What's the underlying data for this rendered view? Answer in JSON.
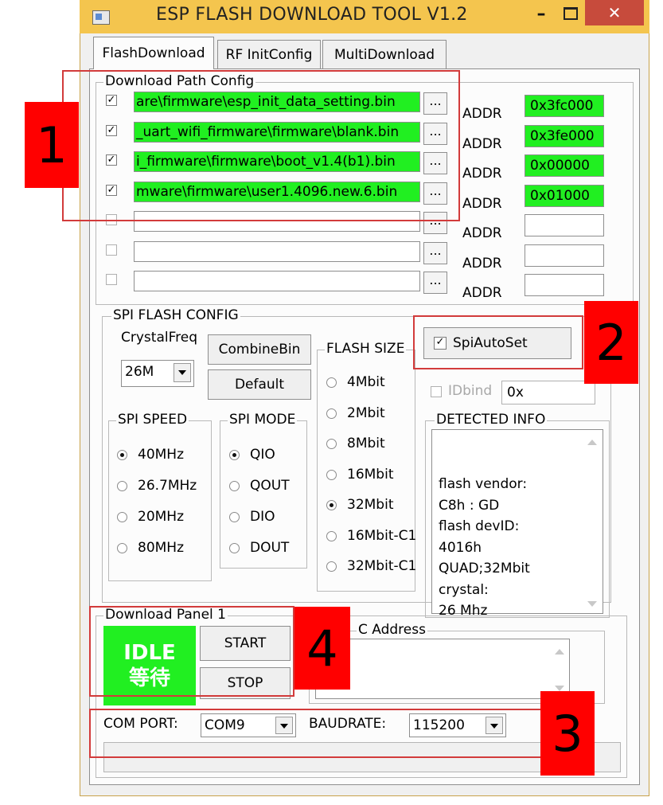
{
  "window": {
    "title": "ESP FLASH DOWNLOAD TOOL V1.2",
    "min_glyph": "–",
    "close_glyph": "✕"
  },
  "tabs": [
    "FlashDownload",
    "RF InitConfig",
    "MultiDownload"
  ],
  "download_path": {
    "label": "Download Path Config",
    "addr_label": "ADDR",
    "browse_label": "...",
    "rows": [
      {
        "checked": true,
        "path": "are\\firmware\\esp_init_data_setting.bin",
        "addr": "0x3fc000"
      },
      {
        "checked": true,
        "path": "_uart_wifi_firmware\\firmware\\blank.bin",
        "addr": "0x3fe000"
      },
      {
        "checked": true,
        "path": "i_firmware\\firmware\\boot_v1.4(b1).bin",
        "addr": "0x00000"
      },
      {
        "checked": true,
        "path": "mware\\firmware\\user1.4096.new.6.bin",
        "addr": "0x01000"
      },
      {
        "checked": false,
        "path": "",
        "addr": ""
      },
      {
        "checked": false,
        "path": "",
        "addr": ""
      },
      {
        "checked": false,
        "path": "",
        "addr": ""
      }
    ]
  },
  "spi_config": {
    "label": "SPI FLASH CONFIG",
    "crystal_label": "CrystalFreq",
    "crystal_value": "26M",
    "combine_button": "CombineBin",
    "default_button": "Default",
    "spi_speed": {
      "label": "SPI SPEED",
      "options": [
        "40MHz",
        "26.7MHz",
        "20MHz",
        "80MHz"
      ],
      "selected": "40MHz"
    },
    "spi_mode": {
      "label": "SPI MODE",
      "options": [
        "QIO",
        "QOUT",
        "DIO",
        "DOUT"
      ],
      "selected": "QIO"
    },
    "flash_size": {
      "label": "FLASH SIZE",
      "options": [
        "4Mbit",
        "2Mbit",
        "8Mbit",
        "16Mbit",
        "32Mbit",
        "16Mbit-C1",
        "32Mbit-C1"
      ],
      "selected": "32Mbit"
    },
    "spi_auto_set": {
      "label": "SpiAutoSet",
      "checked": true
    },
    "idbind": {
      "label": "IDbind",
      "checked": false,
      "value": "0x"
    },
    "detected_info": {
      "label": "DETECTED INFO",
      "lines": [
        "flash vendor:",
        "C8h : GD",
        "flash devID:",
        "4016h",
        "QUAD;32Mbit",
        "crystal:",
        "26 Mhz"
      ]
    }
  },
  "download_panel": {
    "label": "Download Panel 1",
    "status_en": "IDLE",
    "status_cn": "等待",
    "start_button": "START",
    "stop_button": "STOP",
    "mac_label": "C Address"
  },
  "com": {
    "port_label": "COM PORT:",
    "port_value": "COM9",
    "baud_label": "BAUDRATE:",
    "baud_value": "115200"
  },
  "annotations": [
    "1",
    "2",
    "3",
    "4"
  ],
  "colors": {
    "green": "#21ef21",
    "titlebar": "#f4c54e",
    "close": "#c74b3c",
    "badge": "#ff0000",
    "annotation_border": "#d23b3b"
  }
}
